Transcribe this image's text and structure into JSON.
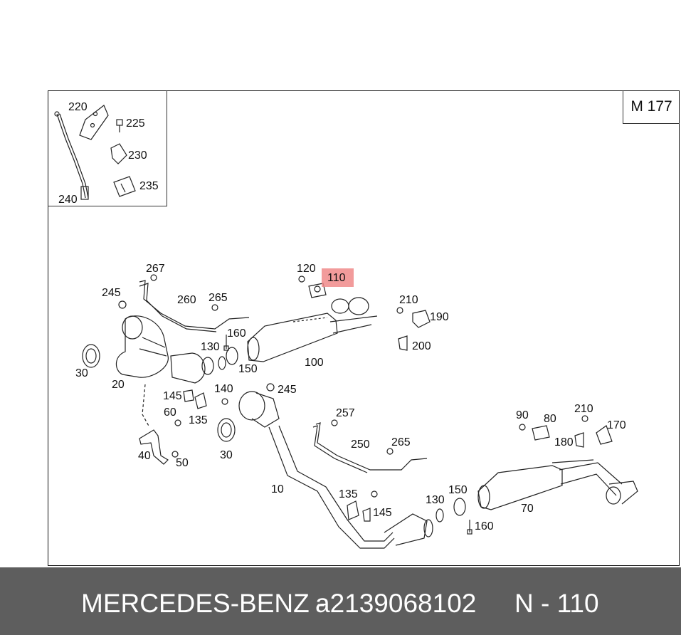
{
  "model": "M 177",
  "highlight_color": "#f08a8a",
  "labels": {
    "l220": "220",
    "l225": "225",
    "l230": "230",
    "l235": "235",
    "l240": "240",
    "l267a": "267",
    "l245a": "245",
    "l260": "260",
    "l265a": "265",
    "l120": "120",
    "l110": "110",
    "l210a": "210",
    "l190": "190",
    "l200": "200",
    "l160a": "160",
    "l130a": "130",
    "l150a": "150",
    "l100": "100",
    "l30a": "30",
    "l20": "20",
    "l145a": "145",
    "l140": "140",
    "l245b": "245",
    "l60": "60",
    "l135a": "135",
    "l40": "40",
    "l50": "50",
    "l30b": "30",
    "l257": "257",
    "l250": "250",
    "l265b": "265",
    "l10": "10",
    "l90": "90",
    "l80": "80",
    "l210b": "210",
    "l170": "170",
    "l180": "180",
    "l135b": "135",
    "l145b": "145",
    "l130b": "130",
    "l150b": "150",
    "l160b": "160",
    "l70": "70"
  },
  "footer": {
    "brand": "MERCEDES-BENZ -",
    "part_number": "a2139068102",
    "position": "N - 110"
  }
}
